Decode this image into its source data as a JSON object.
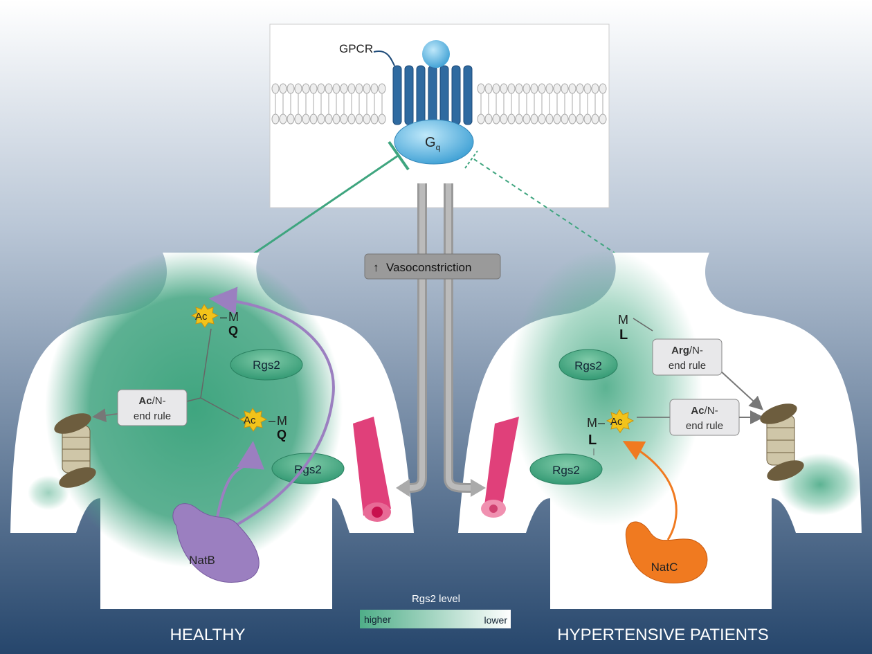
{
  "receptor": {
    "gpcr": "GPCR",
    "gq_main": "G",
    "gq_sub": "q"
  },
  "vasoconstriction": {
    "arrow": "↑",
    "label": "Vasoconstriction"
  },
  "healthy": {
    "title": "HEALTHY",
    "ac": "Ac",
    "m": "M",
    "residue": "Q",
    "rgs2": "Rgs2",
    "rule_bold": "Ac",
    "rule_rest": "/N-",
    "rule_line2": "end rule",
    "enzyme": "NatB"
  },
  "hypertensive": {
    "title": "HYPERTENSIVE PATIENTS",
    "ac": "Ac",
    "m": "M",
    "residue": "L",
    "rgs2": "Rgs2",
    "arg_bold": "Arg",
    "arg_rest": "/N-",
    "arg_line2": "end rule",
    "rule_bold": "Ac",
    "rule_rest": "/N-",
    "rule_line2": "end rule",
    "enzyme": "NatC"
  },
  "legend": {
    "title": "Rgs2 level",
    "high": "higher",
    "low": "lower"
  },
  "colors": {
    "green": "#3fa57f",
    "natb": "#9b7fc0",
    "natc": "#f07a20",
    "vessel": "#e0407a",
    "bg_bottom": "#2a4a70"
  }
}
